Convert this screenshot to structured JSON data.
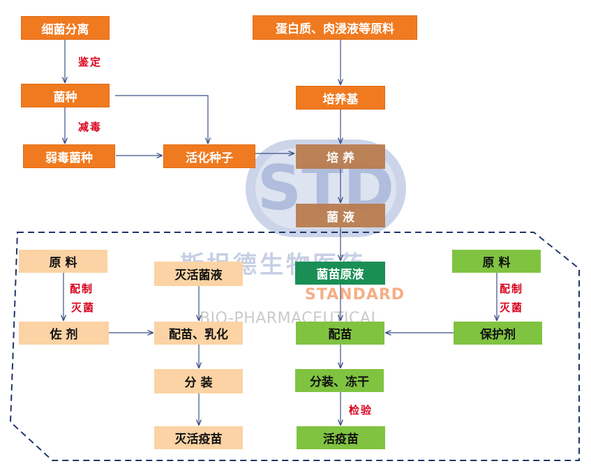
{
  "watermark": {
    "logo": "STD",
    "cn_name": "斯坦德生物医药",
    "en_line1": "STANDARD",
    "en_line2": "BIO-PHARMACEUTICAL"
  },
  "colors": {
    "orange": "#f07a20",
    "brown": "#b97a4c",
    "peach": "#fbd3a4",
    "green": "#80c341",
    "dark_green": "#1a8f55",
    "note_red": "#d9001b",
    "dashed_border": "#1f3568"
  },
  "nodes": {
    "bacteria_isolation": "细菌分离",
    "raw_materials_top": "蛋白质、肉浸液等原料",
    "strain": "菌种",
    "culture_medium": "培养基",
    "attenuated_strain": "弱毒菌种",
    "activated_seed": "活化种子",
    "culture": "培 养",
    "bacterial_liquid": "菌 液",
    "raw_materials_left": "原 料",
    "inactivated_liquid": "灭活菌液",
    "stock_solution": "菌苗原液",
    "raw_materials_right": "原 料",
    "adjuvant": "佐 剂",
    "mix_emulsify": "配苗、乳化",
    "formulate": "配苗",
    "protectant": "保护剂",
    "dispense": "分 装",
    "dispense_freeze_dry": "分装、冻干",
    "inactivated_vaccine": "灭活疫苗",
    "live_vaccine": "活疫苗"
  },
  "notes": {
    "identify": "鉴定",
    "attenuate": "减毒",
    "prepare_left_1": "配制",
    "prepare_left_2": "灭菌",
    "prepare_right_1": "配制",
    "prepare_right_2": "灭菌",
    "inspect": "检验"
  }
}
